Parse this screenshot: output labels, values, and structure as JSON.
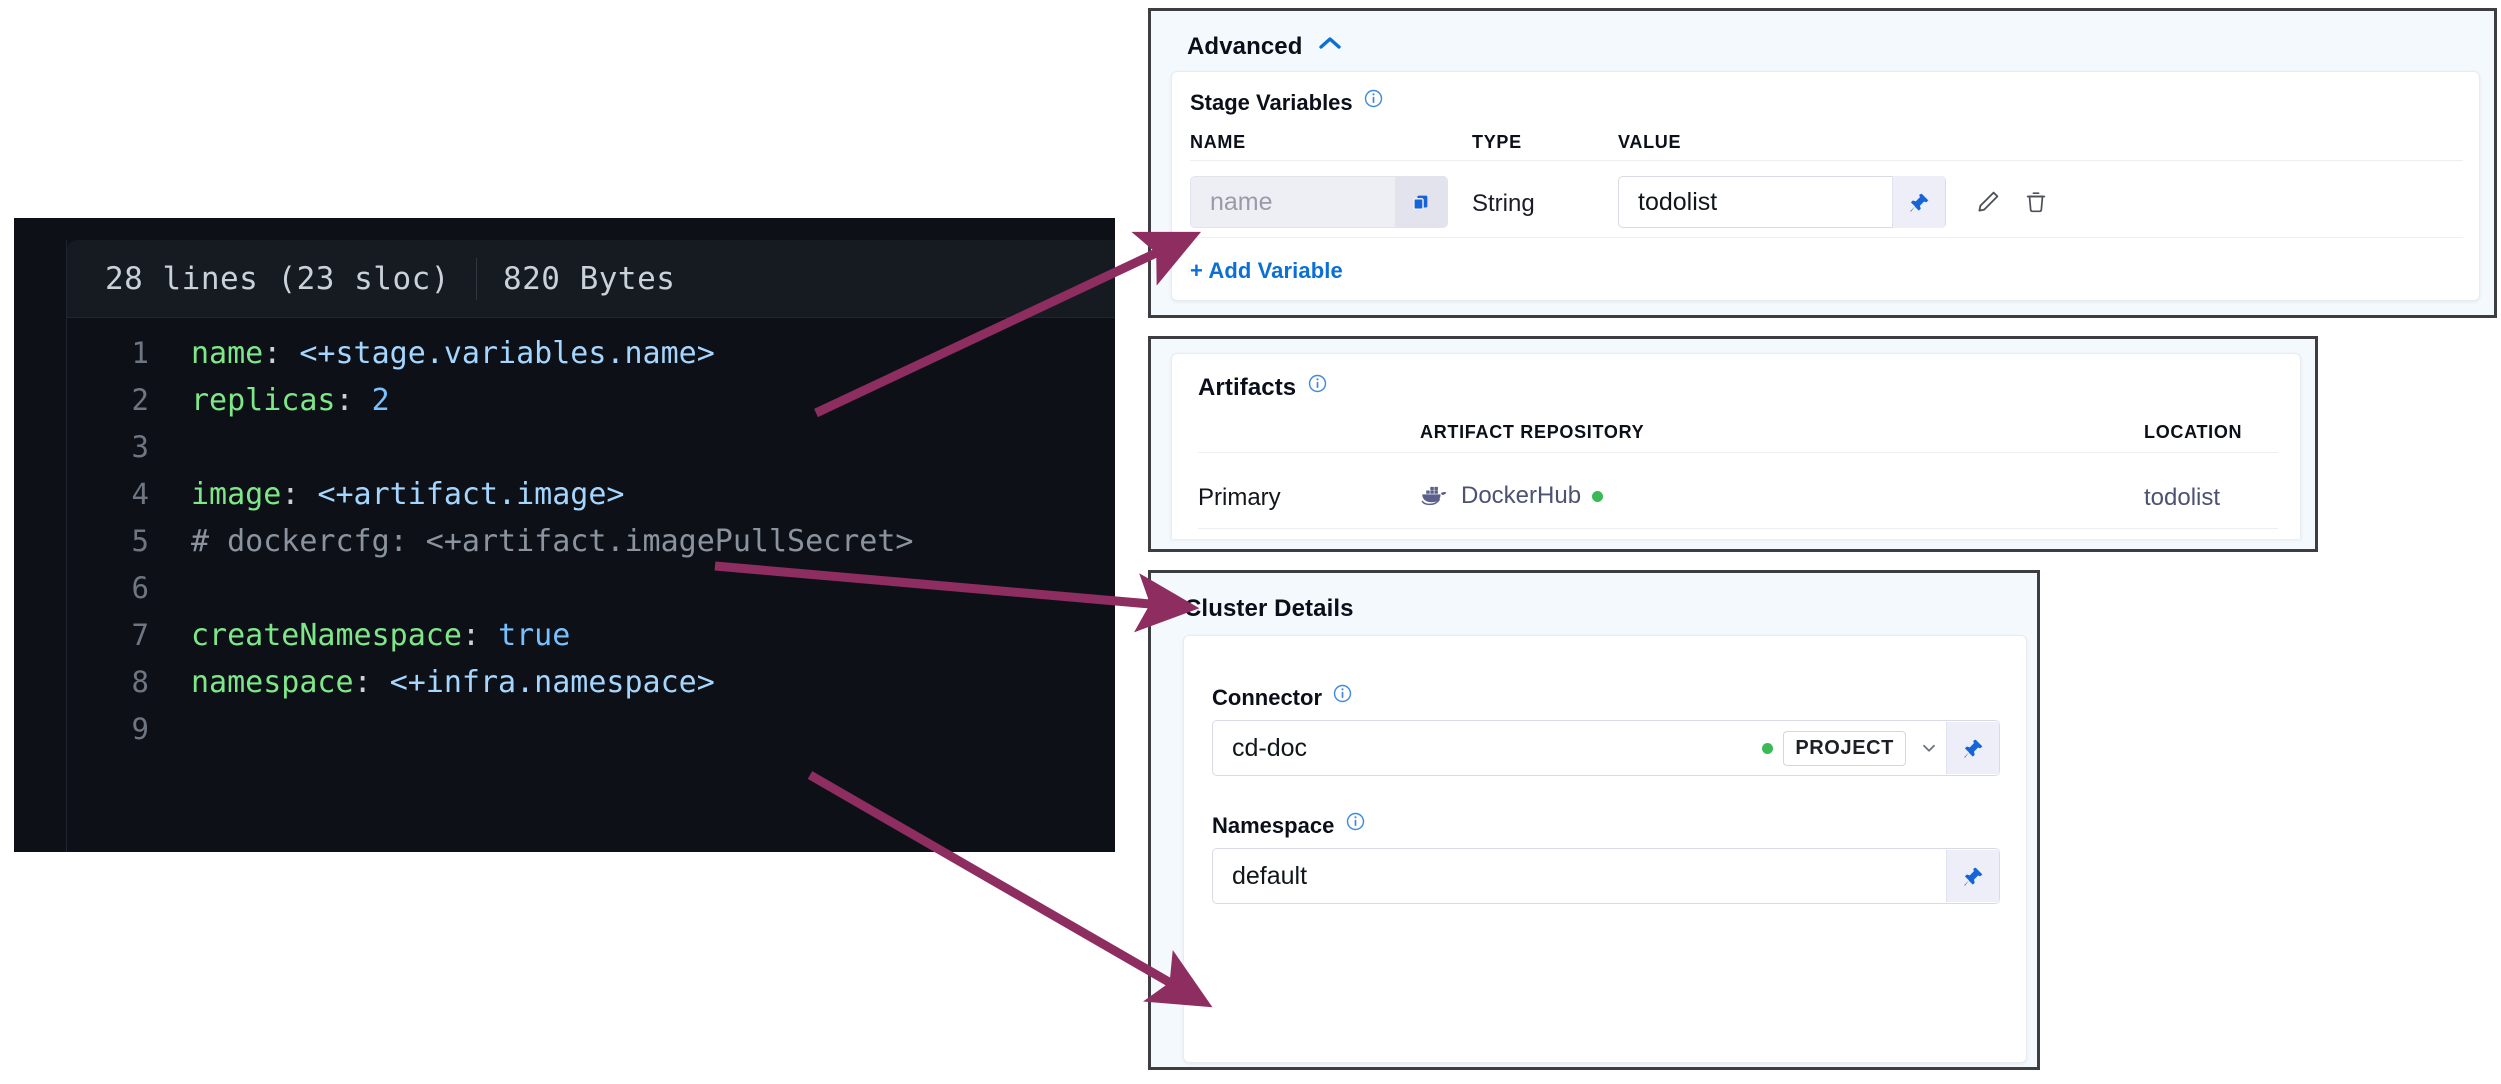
{
  "code_viewer": {
    "meta_lines": "28 lines (23 sloc)",
    "meta_bytes": "820 Bytes",
    "lines": [
      {
        "n": "1",
        "segments": [
          {
            "t": "name",
            "c": "tk-key"
          },
          {
            "t": ": ",
            "c": "tk-punc"
          },
          {
            "t": "<+stage.variables.name>",
            "c": "tk-expr"
          }
        ]
      },
      {
        "n": "2",
        "segments": [
          {
            "t": "replicas",
            "c": "tk-key"
          },
          {
            "t": ": ",
            "c": "tk-punc"
          },
          {
            "t": "2",
            "c": "tk-num"
          }
        ]
      },
      {
        "n": "3",
        "segments": []
      },
      {
        "n": "4",
        "segments": [
          {
            "t": "image",
            "c": "tk-key"
          },
          {
            "t": ": ",
            "c": "tk-punc"
          },
          {
            "t": "<+artifact.image>",
            "c": "tk-expr"
          }
        ]
      },
      {
        "n": "5",
        "segments": [
          {
            "t": "# dockercfg: <+artifact.imagePullSecret>",
            "c": "tk-com"
          }
        ]
      },
      {
        "n": "6",
        "segments": []
      },
      {
        "n": "7",
        "segments": [
          {
            "t": "createNamespace",
            "c": "tk-key"
          },
          {
            "t": ": ",
            "c": "tk-punc"
          },
          {
            "t": "true",
            "c": "tk-bool"
          }
        ]
      },
      {
        "n": "8",
        "segments": [
          {
            "t": "namespace",
            "c": "tk-key"
          },
          {
            "t": ": ",
            "c": "tk-punc"
          },
          {
            "t": "<+infra.namespace>",
            "c": "tk-expr"
          }
        ]
      },
      {
        "n": "9",
        "segments": []
      }
    ]
  },
  "advanced_panel": {
    "title": "Advanced",
    "chevron": "chevron-up-icon",
    "stage_variables": {
      "label": "Stage Variables",
      "info_icon": "info-icon",
      "columns": [
        "NAME",
        "TYPE",
        "VALUE"
      ],
      "rows": [
        {
          "name_placeholder": "name",
          "name_value": "",
          "copy_icon": "copy-icon",
          "type": "String",
          "value": "todolist",
          "pin_icon": "pin-icon",
          "edit_icon": "pencil-icon",
          "delete_icon": "trash-icon"
        }
      ],
      "add_variable_label": "+ Add Variable"
    }
  },
  "artifacts_panel": {
    "title": "Artifacts",
    "info_icon": "info-icon",
    "columns": [
      "",
      "ARTIFACT REPOSITORY",
      "LOCATION"
    ],
    "rows": [
      {
        "type": "Primary",
        "repository": "DockerHub",
        "repository_icon": "docker-whale-icon",
        "status_icon": "green-status-dot",
        "location": "todolist"
      }
    ]
  },
  "cluster_details_panel": {
    "title": "Cluster Details",
    "connector": {
      "label": "Connector",
      "info_icon": "info-icon",
      "value": "cd-doc",
      "status_icon": "green-status-dot",
      "scope": "PROJECT",
      "chevron": "chevron-down-icon",
      "pin_icon": "pin-icon"
    },
    "namespace": {
      "label": "Namespace",
      "info_icon": "info-icon",
      "value": "default",
      "pin_icon": "pin-icon"
    }
  },
  "annotations": {
    "arrow_color": "#8e2d5f",
    "arrows": [
      {
        "name": "arrow-to-stage-variable-name",
        "from_label": "line-1 <+stage.variables.name>",
        "to_label": "stage variable NAME field"
      },
      {
        "name": "arrow-to-primary-artifact",
        "from_label": "line-4 <+artifact.image>",
        "to_label": "Primary artifact row"
      },
      {
        "name": "arrow-to-namespace-field",
        "from_label": "line-8 <+infra.namespace>",
        "to_label": "Namespace field"
      }
    ]
  },
  "colors": {
    "accent_blue": "#0b6fd4",
    "status_green": "#3bb956",
    "arrow": "#8e2d5f",
    "code_bg": "#0d1117",
    "panel_bg": "#f4f9fd"
  }
}
